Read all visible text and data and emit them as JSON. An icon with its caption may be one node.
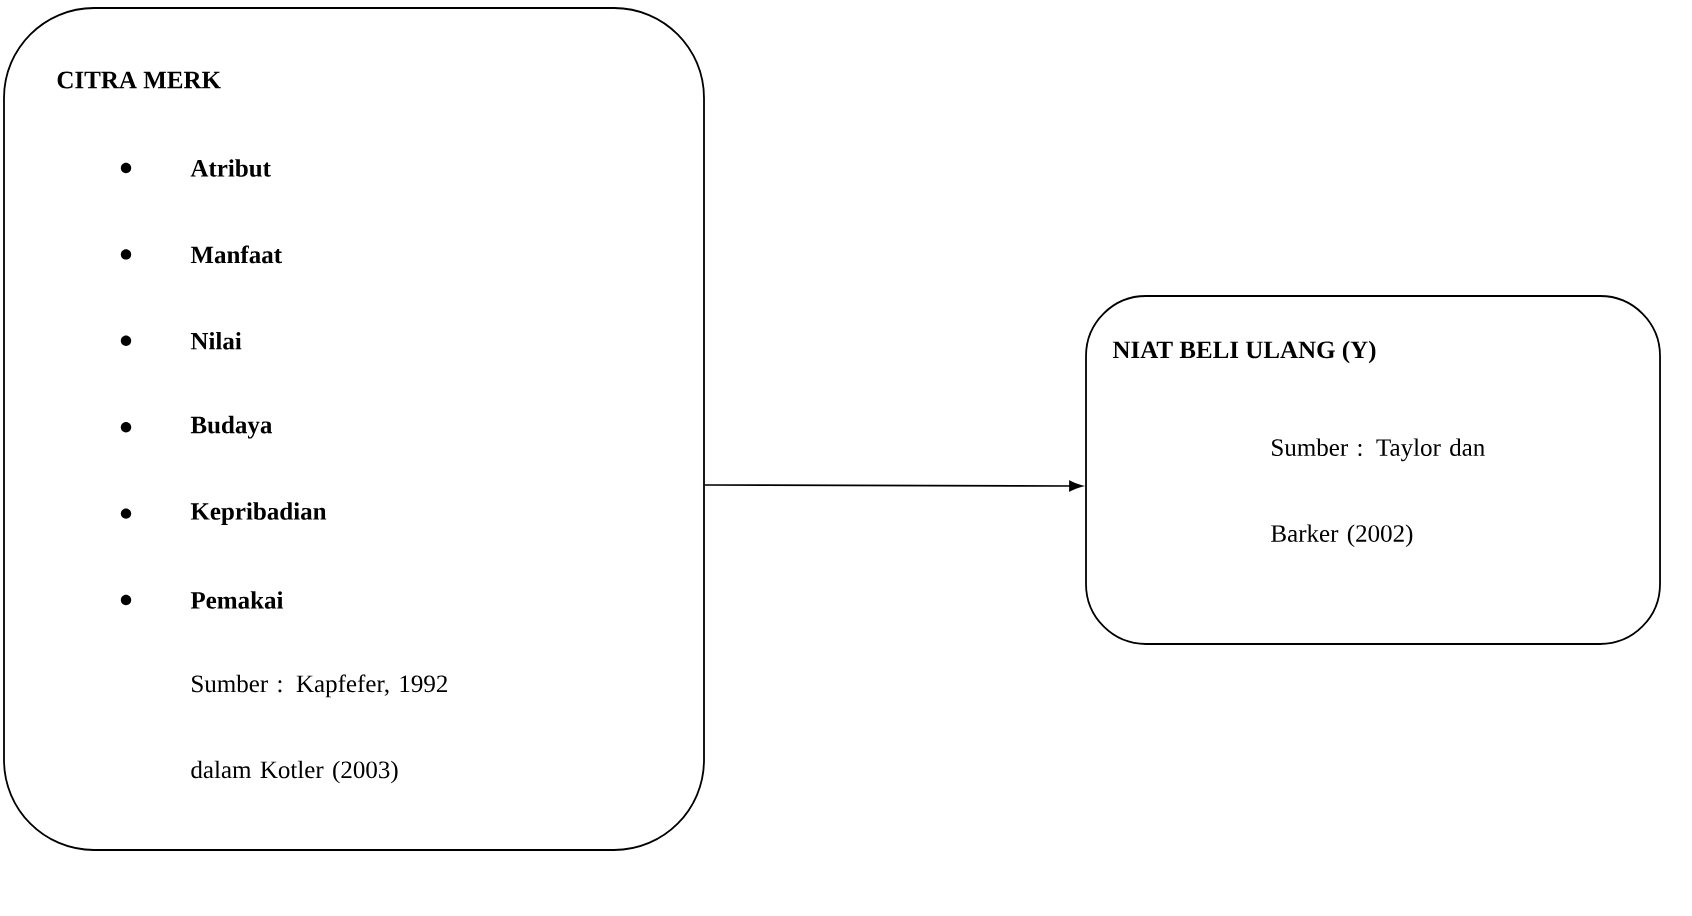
{
  "diagram": {
    "nodes": [
      {
        "text": [
          "CITRA MERK",
          "Atribut",
          "Manfaat",
          "Nilai",
          "Budaya",
          "Kepribadian",
          "Pemakai",
          "Sumber : Kapfefer, 1992 dalam Kotler (2003)"
        ]
      },
      {
        "text": [
          "NIAT BELI ULANG (Y)",
          "Sumber : Taylor dan Barker (2002)"
        ]
      }
    ],
    "edges": [
      {
        "from": 0,
        "to": 1,
        "arrow": "to"
      }
    ]
  }
}
